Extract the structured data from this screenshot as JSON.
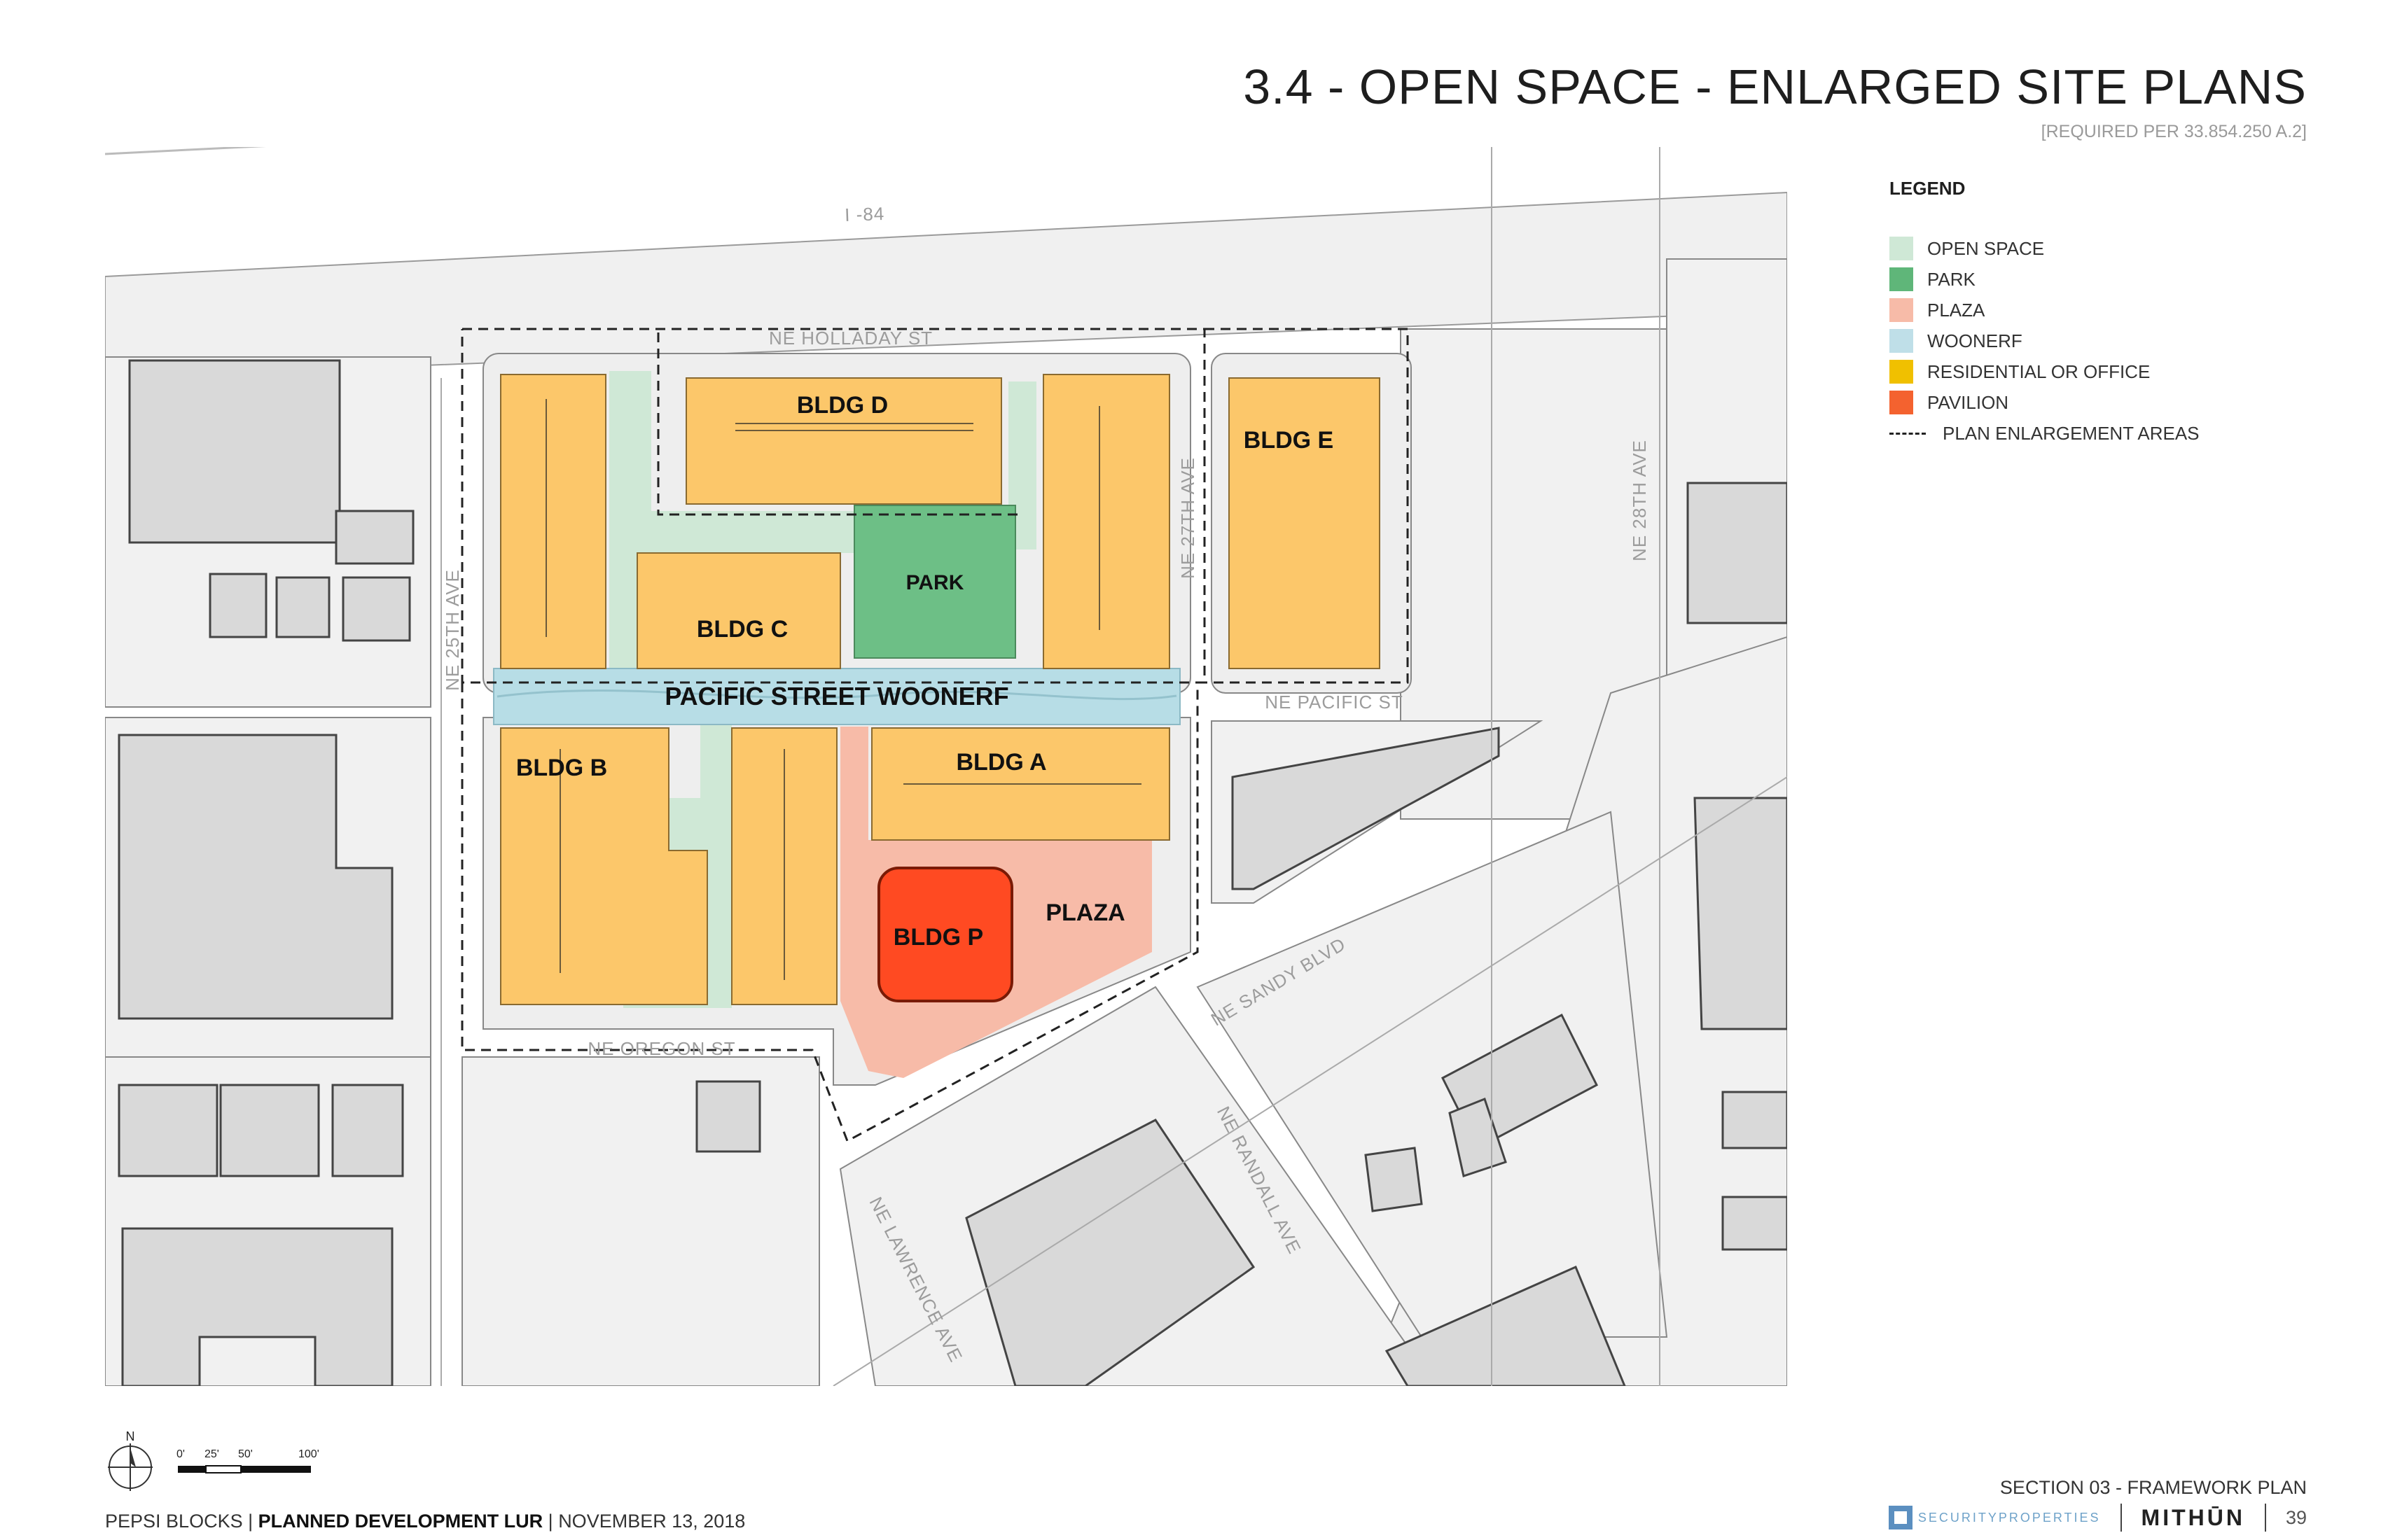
{
  "header": {
    "title": "3.4 - OPEN SPACE - ENLARGED SITE PLANS",
    "subtitle": "[REQUIRED PER 33.854.250 A.2]"
  },
  "legend": {
    "title": "LEGEND",
    "items": [
      {
        "label": "OPEN SPACE",
        "color": "#cfe8d6"
      },
      {
        "label": "PARK",
        "color": "#5fb679"
      },
      {
        "label": "PLAZA",
        "color": "#f7bba8"
      },
      {
        "label": "WOONERF",
        "color": "#bfdfe8"
      },
      {
        "label": "RESIDENTIAL OR OFFICE",
        "color": "#f0c000"
      },
      {
        "label": "PAVILION",
        "color": "#f4622f"
      },
      {
        "label": "PLAN ENLARGEMENT AREAS",
        "color": "#222222"
      }
    ]
  },
  "map": {
    "buildings": {
      "d": "BLDG D",
      "e": "BLDG E",
      "c": "BLDG C",
      "park": "PARK",
      "woonerf": "PACIFIC STREET WOONERF",
      "b": "BLDG B",
      "a": "BLDG A",
      "p": "BLDG P",
      "plaza": "PLAZA"
    },
    "streets": {
      "i84": "I -84",
      "holladay": "NE HOLLADAY ST",
      "ave25": "NE 25TH AVE",
      "ave27": "NE 27TH AVE",
      "ave28": "NE 28TH AVE",
      "pacific": "NE PACIFIC ST",
      "sandy": "NE SANDY BLVD",
      "oregon": "NE OREGON ST",
      "lawrence": "NE LAWRENCE AVE",
      "randall": "NE RANDALL AVE"
    }
  },
  "north_arrow": {
    "label": "N"
  },
  "scale_bar": {
    "ticks": [
      "0'",
      "25'",
      "50'",
      "100'"
    ]
  },
  "footer": {
    "project": "PEPSI BLOCKS",
    "doc": "PLANNED DEVELOPMENT LUR",
    "date": "NOVEMBER 13, 2018",
    "section": "SECTION 03 - FRAMEWORK PLAN",
    "logo_security": "SECURITYPROPERTIES",
    "logo_mithun": "MITHŪN",
    "page": "39"
  },
  "colors": {
    "residential": "#fcc76a",
    "open_space": "#cfe8d6",
    "park": "#6dbf86",
    "plaza": "#f7bba8",
    "woonerf": "#b7dde6",
    "pavilion": "#ff4a22",
    "block_gray": "#d9d9d9",
    "lot_light": "#f1f1f1"
  }
}
